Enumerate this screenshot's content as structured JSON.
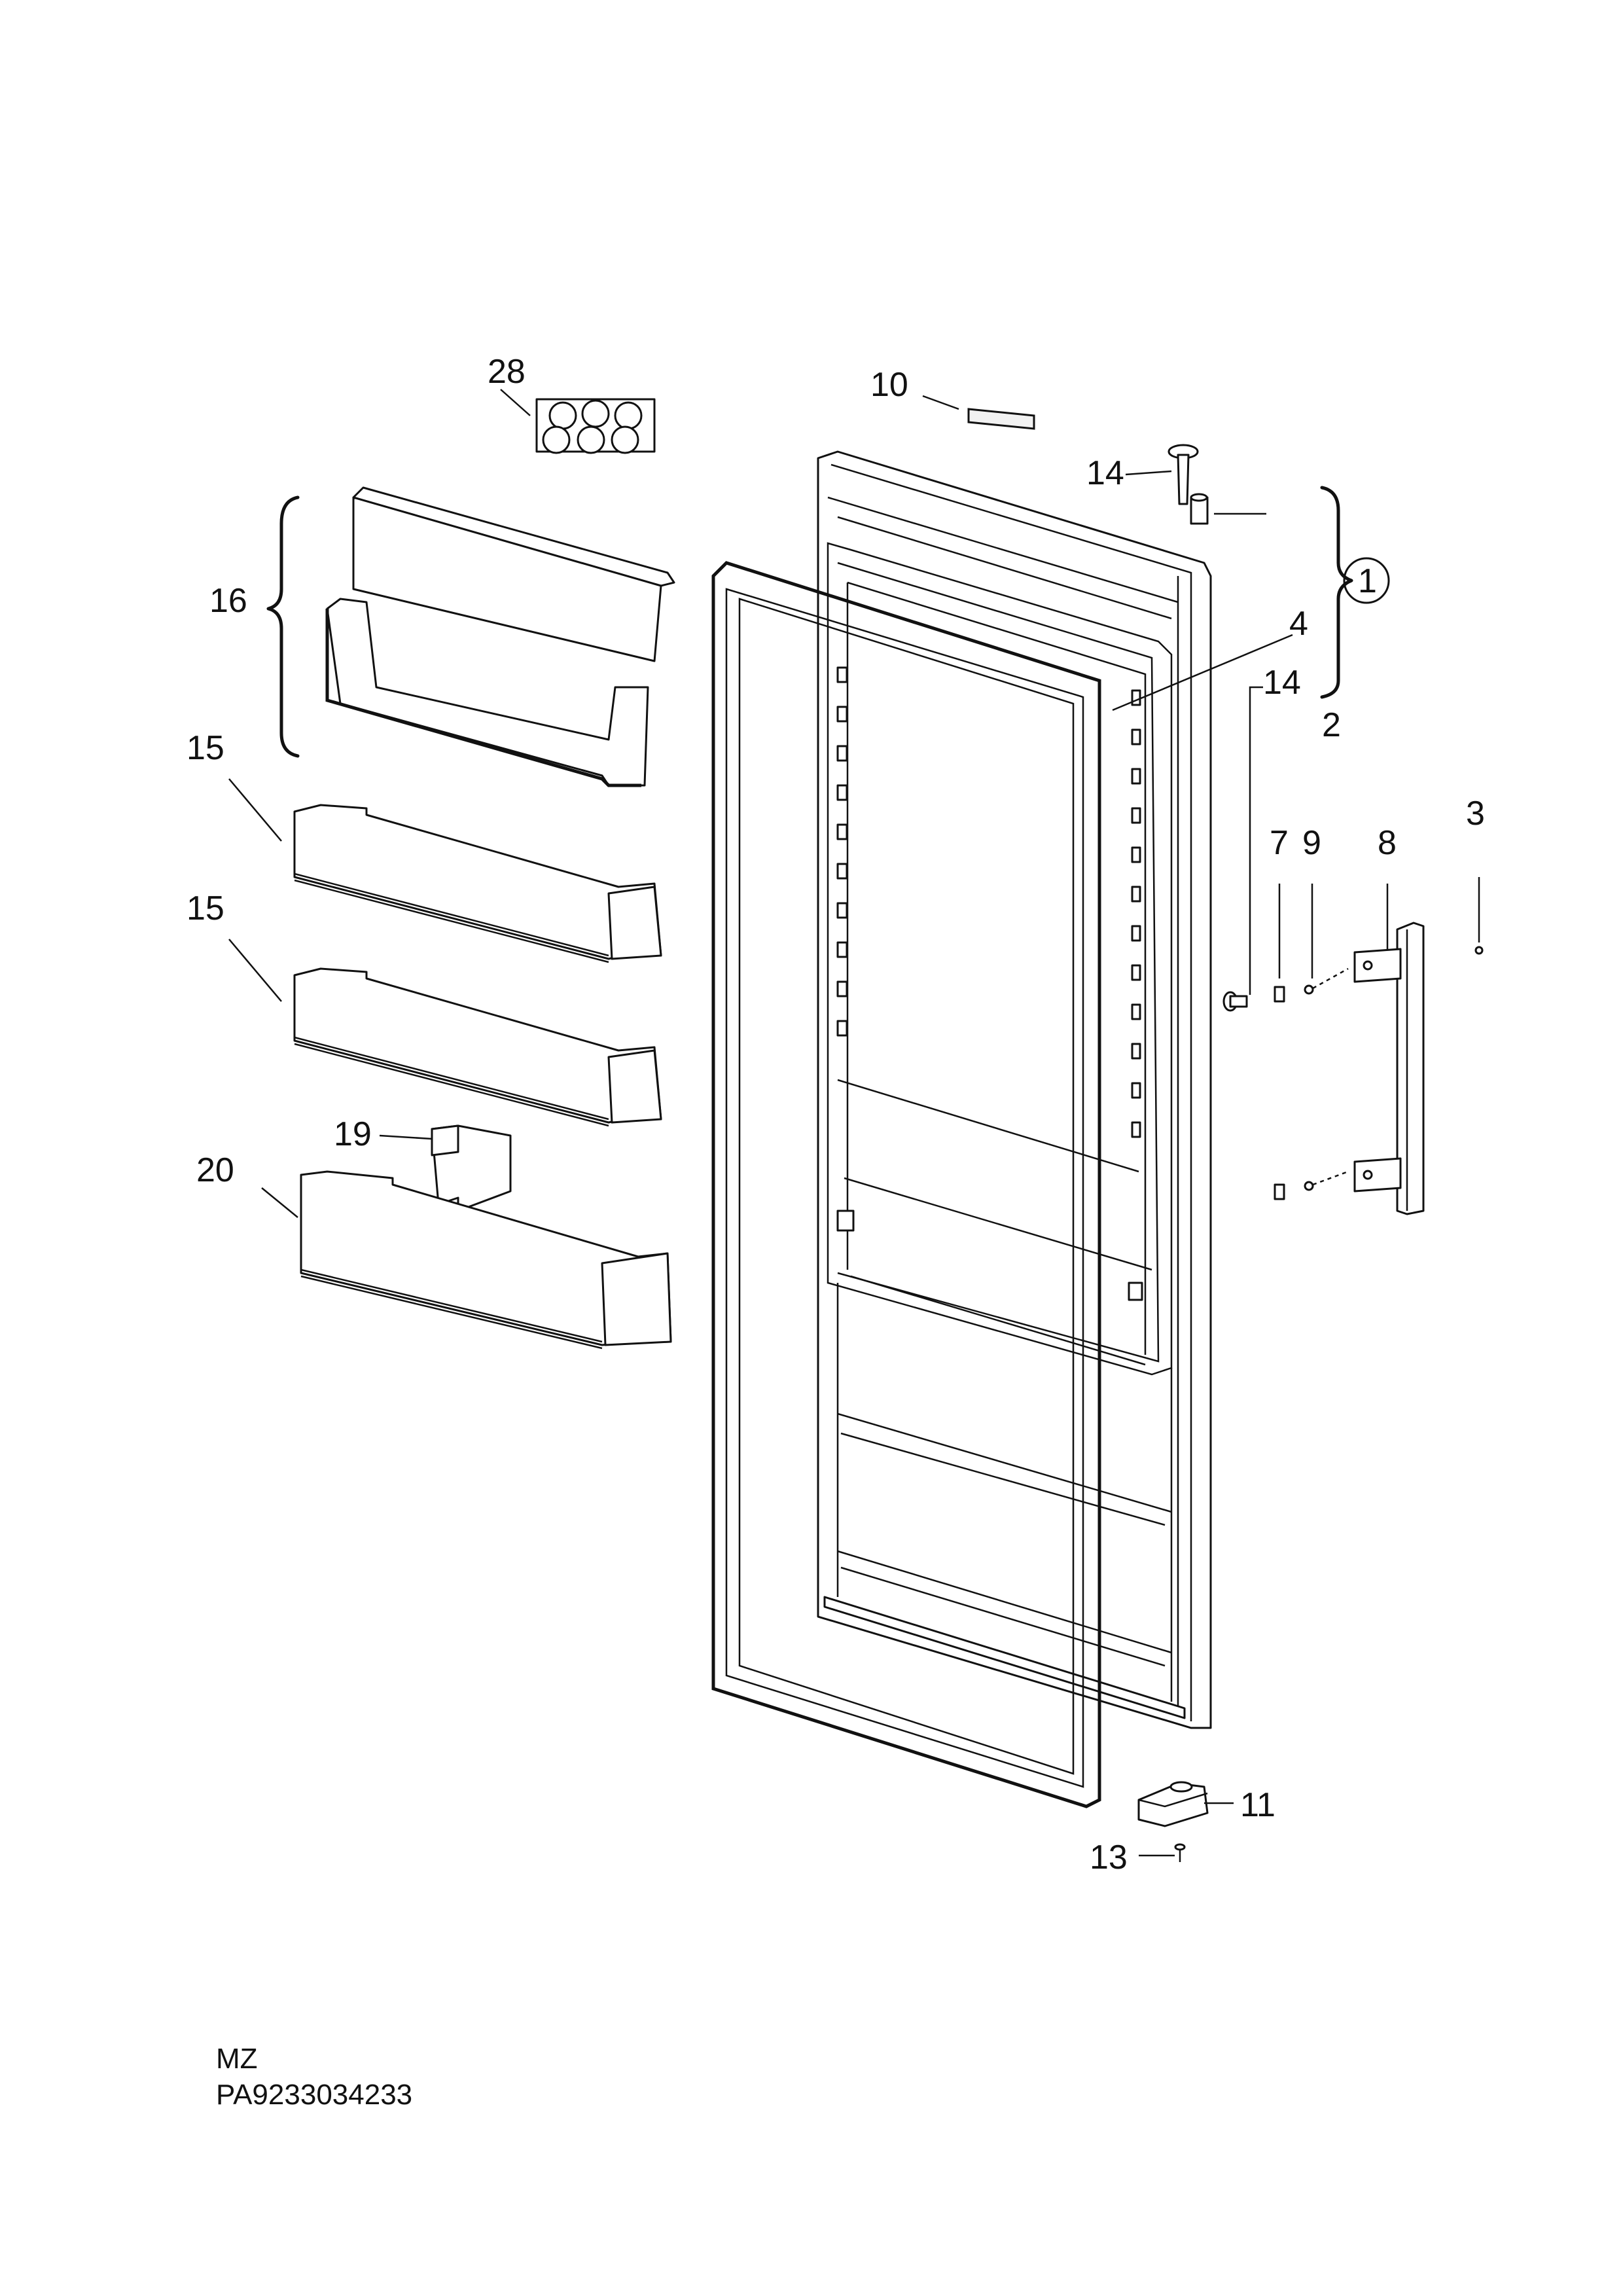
{
  "callouts": {
    "c28": "28",
    "c10": "10",
    "c14a": "14",
    "c1": "1",
    "c16": "16",
    "c4": "4",
    "c14b": "14",
    "c2": "2",
    "c15a": "15",
    "c7": "7",
    "c9": "9",
    "c8": "8",
    "c3": "3",
    "c15b": "15",
    "c19": "19",
    "c20": "20",
    "c11": "11",
    "c13": "13"
  },
  "footer": {
    "code": "MZ",
    "part_number": "PA9233034233"
  }
}
